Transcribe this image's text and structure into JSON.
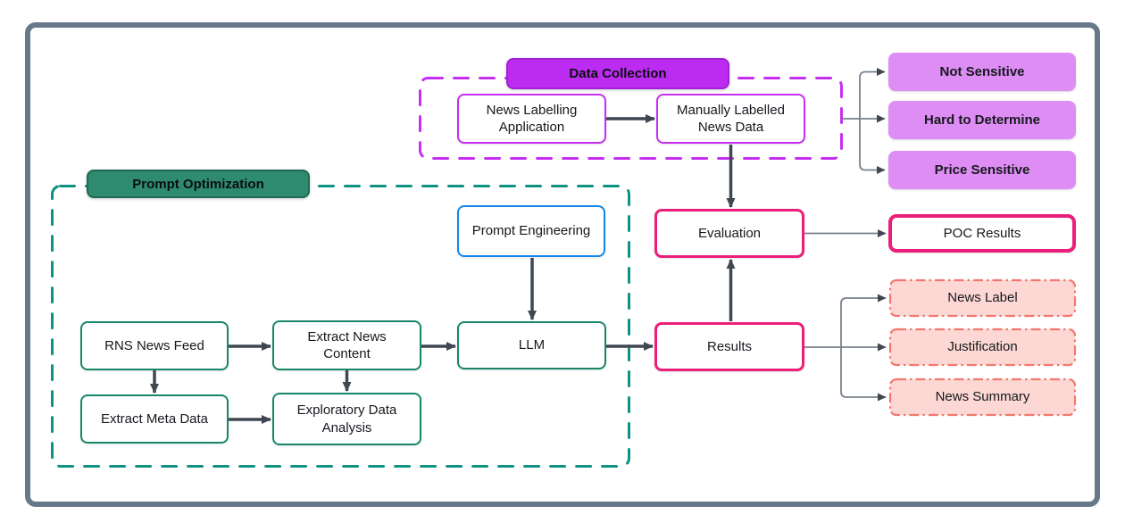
{
  "diagram": {
    "groups": {
      "data_collection": {
        "label": "Data Collection"
      },
      "prompt_optimization": {
        "label": "Prompt Optimization"
      }
    },
    "nodes": {
      "news_labelling_application": {
        "label": "News Labelling Application"
      },
      "manually_labelled_news_data": {
        "label": "Manually Labelled News Data"
      },
      "not_sensitive": {
        "label": "Not Sensitive"
      },
      "hard_to_determine": {
        "label": "Hard to Determine"
      },
      "price_sensitive": {
        "label": "Price Sensitive"
      },
      "evaluation": {
        "label": "Evaluation"
      },
      "poc_results": {
        "label": "POC Results"
      },
      "prompt_engineering": {
        "label": "Prompt Engineering"
      },
      "llm": {
        "label": "LLM"
      },
      "rns_news_feed": {
        "label": "RNS News Feed"
      },
      "extract_news_content": {
        "label": "Extract News Content"
      },
      "extract_meta_data": {
        "label": "Extract Meta Data"
      },
      "exploratory_data_analysis": {
        "label": "Exploratory Data Analysis"
      },
      "results": {
        "label": "Results"
      },
      "news_label": {
        "label": "News Label"
      },
      "justification": {
        "label": "Justification"
      },
      "news_summary": {
        "label": "News Summary"
      }
    },
    "colors": {
      "frame_gray": "#66788a",
      "purple_accent": "#c62ff2",
      "purple_header_fill": "#bb2cf0",
      "violet_fill": "#dd8df3",
      "teal_border": "#19866a",
      "teal_dash": "#0e9383",
      "green_header_fill": "#2e8b70",
      "blue_border": "#1486ea",
      "pink_border": "#eb1f79",
      "salmon_dash_border": "#f4776e",
      "salmon_fill": "#fcd7d3",
      "arrow_dark": "#3f4753",
      "connector_gray": "#78808c"
    }
  }
}
